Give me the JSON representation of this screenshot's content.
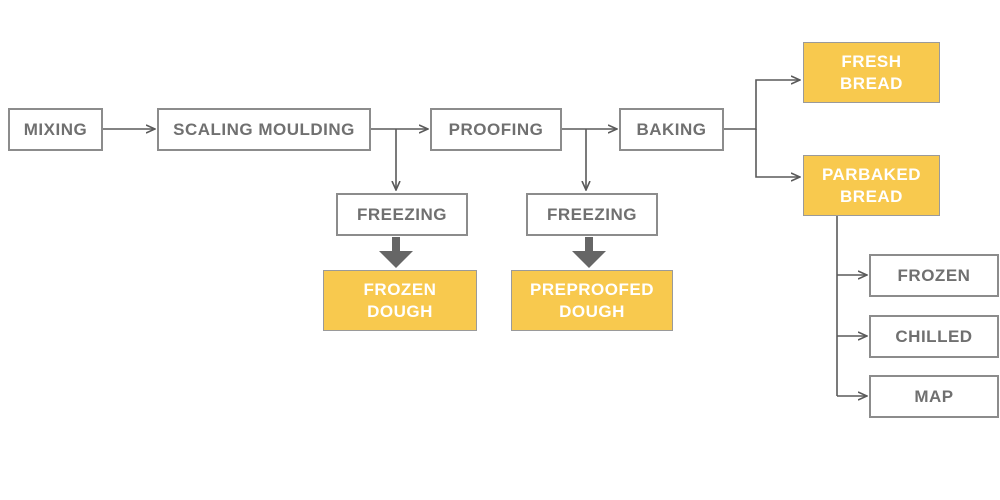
{
  "diagram": {
    "colors": {
      "box_fill": "#ffffff",
      "box_border": "#8c8c8c",
      "box_text": "#707070",
      "highlight_fill": "#f8c94e",
      "highlight_text": "#ffffff",
      "connector": "#5a5a5a"
    },
    "nodes": {
      "mixing": "MIXING",
      "scaling_moulding": "SCALING MOULDING",
      "proofing": "PROOFING",
      "baking": "BAKING",
      "freezing_1": "FREEZING",
      "freezing_2": "FREEZING",
      "frozen_dough": "FROZEN\nDOUGH",
      "preproofed_dough": "PREPROOFED\nDOUGH",
      "fresh_bread": "FRESH\nBREAD",
      "parbaked_bread": "PARBAKED\nBREAD",
      "frozen": "FROZEN",
      "chilled": "CHILLED",
      "map": "MAP"
    },
    "edges": [
      [
        "mixing",
        "scaling_moulding"
      ],
      [
        "scaling_moulding",
        "proofing"
      ],
      [
        "proofing",
        "baking"
      ],
      [
        "scaling_moulding",
        "freezing_1"
      ],
      [
        "proofing",
        "freezing_2"
      ],
      [
        "freezing_1",
        "frozen_dough"
      ],
      [
        "freezing_2",
        "preproofed_dough"
      ],
      [
        "baking",
        "fresh_bread"
      ],
      [
        "baking",
        "parbaked_bread"
      ],
      [
        "parbaked_bread",
        "frozen"
      ],
      [
        "parbaked_bread",
        "chilled"
      ],
      [
        "parbaked_bread",
        "map"
      ]
    ]
  }
}
